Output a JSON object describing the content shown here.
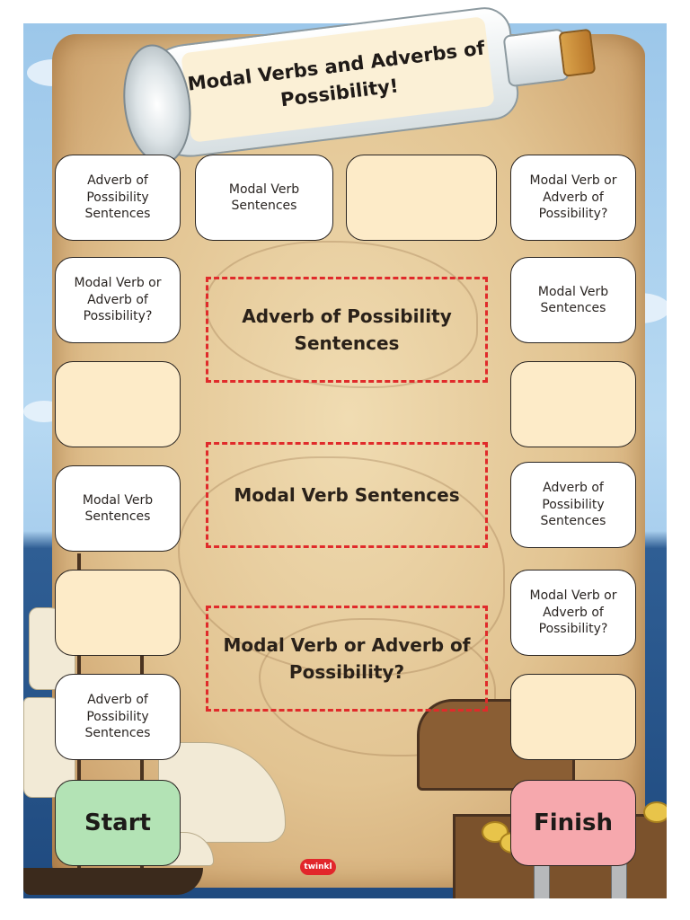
{
  "title": "Modal Verbs and Adverbs of Possibility!",
  "tiles": {
    "top_left": "Adverb of Possibility Sentences",
    "top_middle": "Modal Verb Sentences",
    "top_blank": "",
    "top_right": "Modal Verb or Adverb of Possibility?",
    "left_2": "Modal Verb or Adverb of Possibility?",
    "left_3": "",
    "left_4": "Modal Verb Sentences",
    "left_5": "",
    "left_6": "Adverb of Possibility Sentences",
    "start": "Start",
    "right_2": "Modal Verb Sentences",
    "right_3": "",
    "right_4": "Adverb of Possibility Sentences",
    "right_5": "Modal Verb or Adverb of Possibility?",
    "right_6": "",
    "finish": "Finish"
  },
  "key": {
    "adverb": "Adverb of Possibility Sentences",
    "modal": "Modal Verb Sentences",
    "either": "Modal Verb or Adverb of Possibility?"
  },
  "logo": "twinkl",
  "colors": {
    "start": "#b3e3b5",
    "finish": "#f6a8ad",
    "blank_tile": "#fdebc8",
    "key_border": "#e02b2b"
  }
}
